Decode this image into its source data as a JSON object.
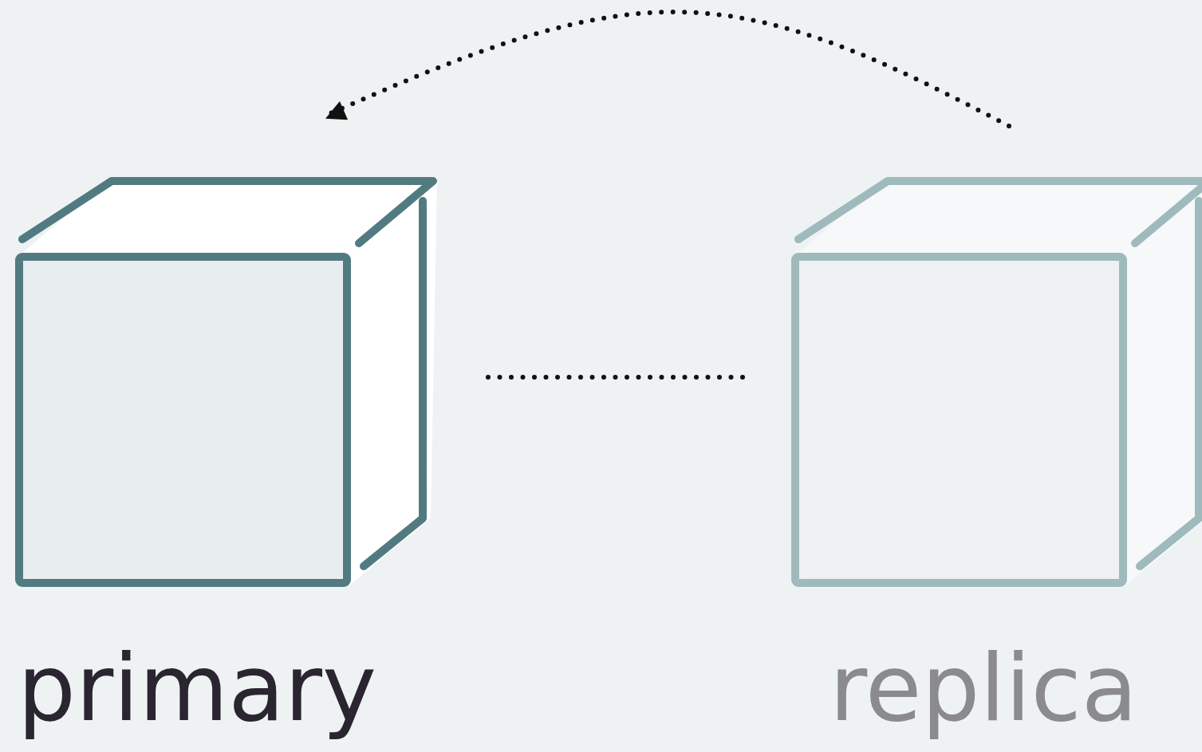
{
  "diagram": {
    "nodes": [
      {
        "text": [
          "primary"
        ]
      },
      {
        "text": [
          "replica"
        ]
      }
    ],
    "edges": [
      {
        "from": 0,
        "to": 1,
        "arrow": "none"
      },
      {
        "from": 1,
        "to": 0,
        "arrow": "to"
      }
    ]
  }
}
